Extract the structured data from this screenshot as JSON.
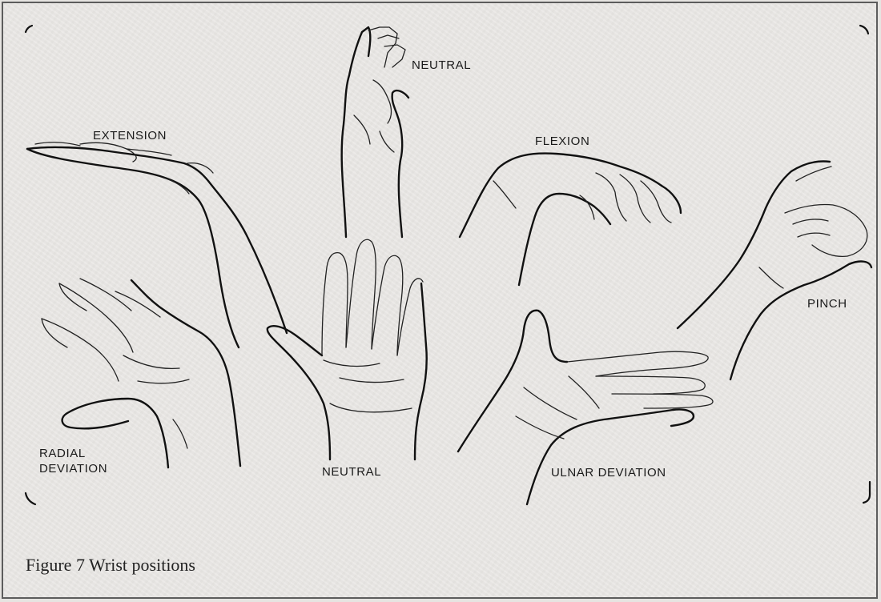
{
  "labels": {
    "neutral_top": "NEUTRAL",
    "extension": "EXTENSION",
    "flexion": "FLEXION",
    "pinch": "PINCH",
    "radial_line1": "RADIAL",
    "radial_line2": "DEVIATION",
    "neutral_bottom": "NEUTRAL",
    "ulnar": "ULNAR DEVIATION"
  },
  "caption": "Figure 7 Wrist positions"
}
